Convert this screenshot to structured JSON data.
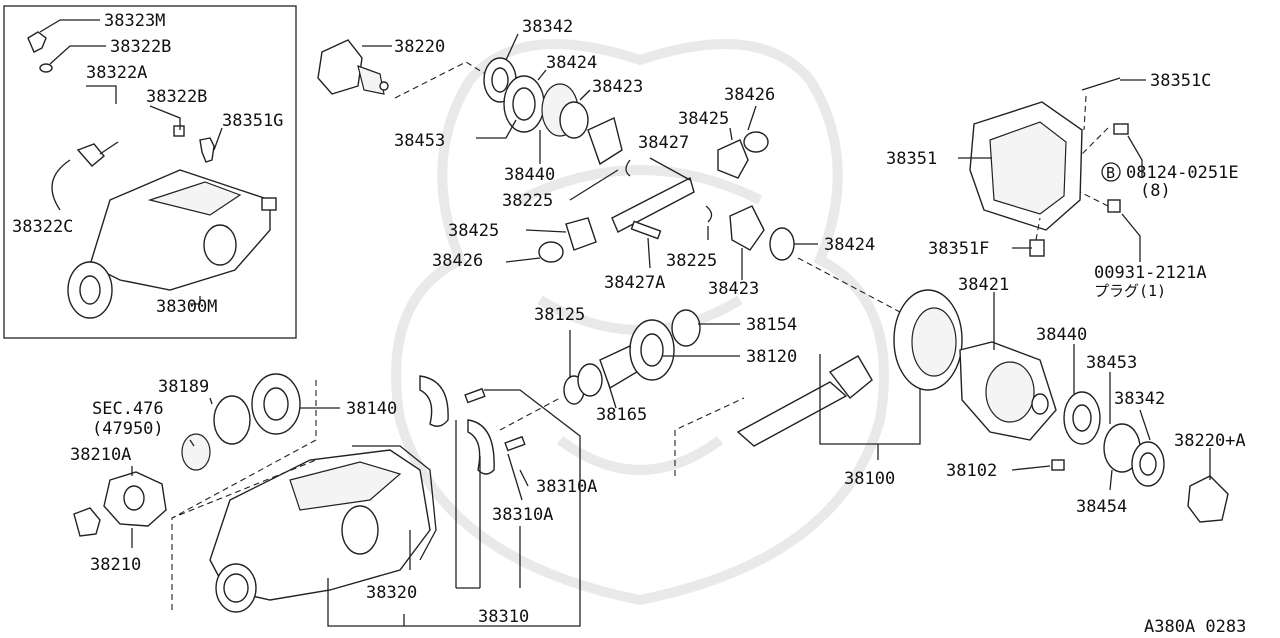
{
  "labels": {
    "p38323M": "38323M",
    "p38322B_a": "38322B",
    "p38322A": "38322A",
    "p38322B_b": "38322B",
    "p38351G": "38351G",
    "p38322C": "38322C",
    "p38300M": "38300M",
    "p38220": "38220",
    "p38342_a": "38342",
    "p38424_a": "38424",
    "p38423_a": "38423",
    "p38453_a": "38453",
    "p38440_a": "38440",
    "p38427": "38427",
    "p38225_a": "38225",
    "p38426_a": "38426",
    "p38425_a": "38425",
    "p38425_b": "38425",
    "p38426_b": "38426",
    "p38427A": "38427A",
    "p38225_b": "38225",
    "p38423_b": "38423",
    "p38424_b": "38424",
    "p38351C": "38351C",
    "p38351": "38351",
    "bolt_mark": "B",
    "bolt_code": "08124-0251E",
    "bolt_qty": "(8)",
    "p38351F": "38351F",
    "plug_code": "00931-2121A",
    "plug_name": "プラグ(1)",
    "p38421": "38421",
    "p38125": "38125",
    "p38154": "38154",
    "p38120": "38120",
    "p38165": "38165",
    "p38440_b": "38440",
    "p38453_b": "38453",
    "p38342_b": "38342",
    "p38220A": "38220+A",
    "p38189": "38189",
    "p38140": "38140",
    "sec": "SEC.476",
    "sec_sub": "(47950)",
    "p38210A": "38210A",
    "p38210": "38210",
    "p38310A_a": "38310A",
    "p38310A_b": "38310A",
    "p38320": "38320",
    "p38310": "38310",
    "p38100": "38100",
    "p38102": "38102",
    "p38454": "38454",
    "diagram_code": "A380A 0283"
  }
}
